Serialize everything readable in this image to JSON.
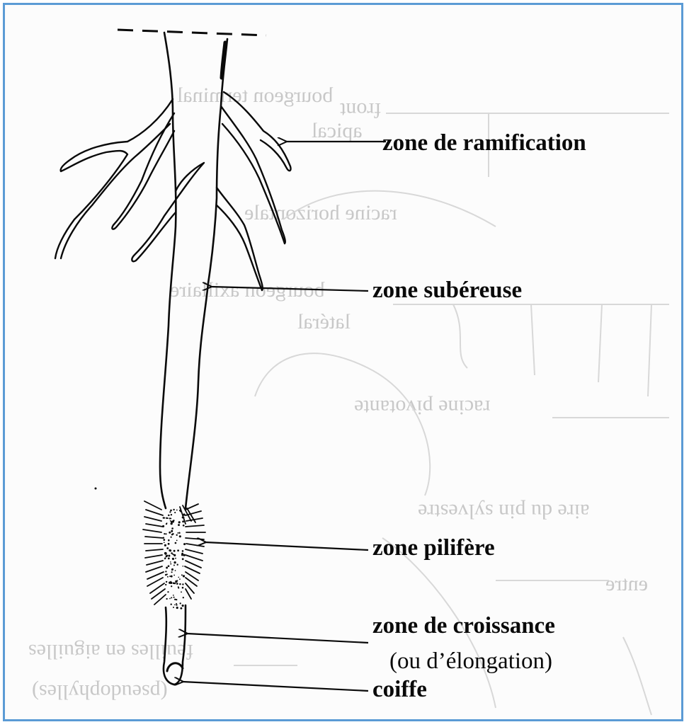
{
  "labels": {
    "ramification": "zone de ramification",
    "subereuse": "zone subéreuse",
    "pilifere": "zone pilifère",
    "croissance": "zone de croissance",
    "elongation": "(ou d’élongation)",
    "coiffe": "coiffe"
  },
  "bleed_through": {
    "bourgeon_terminal": "bourgeon terminal",
    "apical": "apical",
    "front": "front",
    "racine_horizontale": "racine horizontale",
    "bourgeon_axillaire": "bourgeon axillaire",
    "lateral": "latéral",
    "racine_pivotante": "racine pivotante",
    "pin_sylvestre": "aire du pin sylvestre",
    "entre": "entre",
    "feuilles": "feuilles en aiguilles",
    "pseudophylles": "(pseudophylles)"
  },
  "colors": {
    "frame": "#5b9bd5",
    "ink": "#0a0a0a",
    "bleed": "#c8c8c8"
  }
}
